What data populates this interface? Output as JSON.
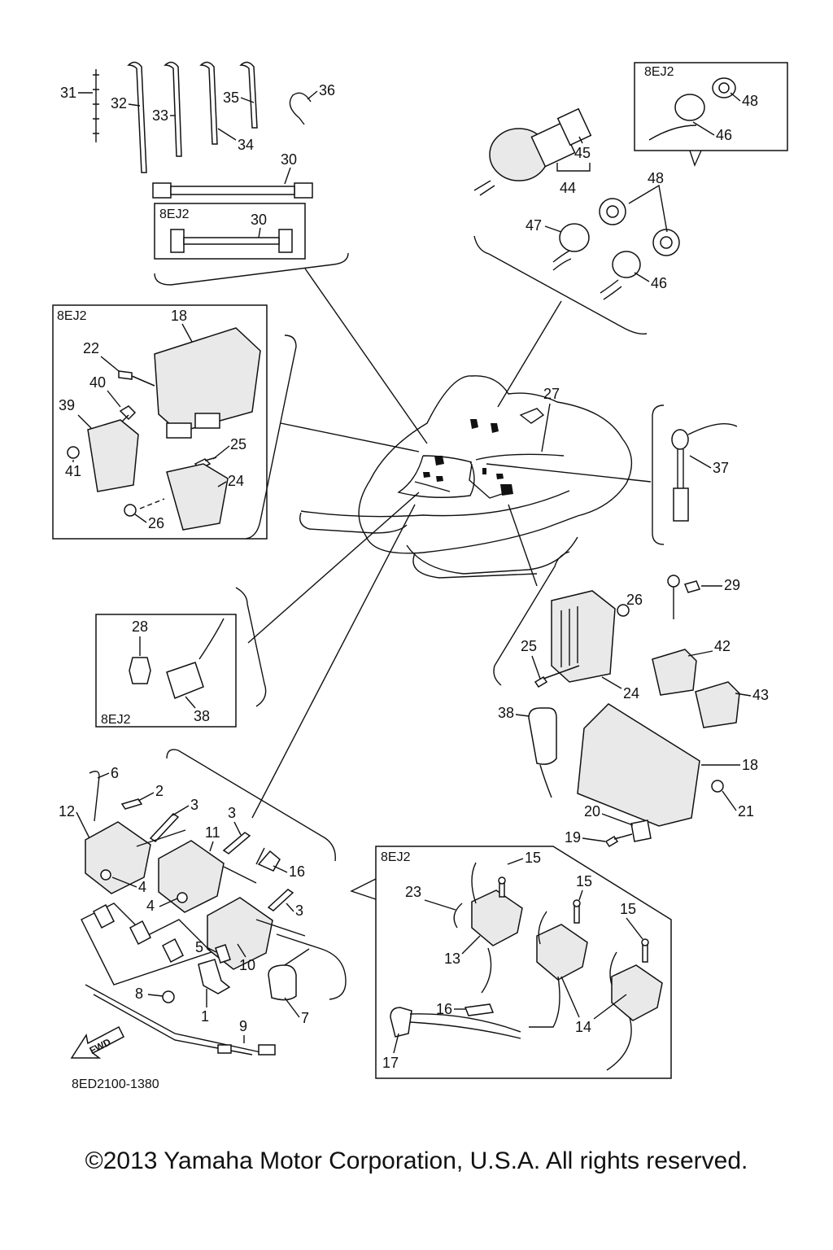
{
  "model_label": "8EJ2",
  "fwd_label": "FWD",
  "diagram_ref": "8ED2100-1380",
  "copyright": "©2013 Yamaha Motor Corporation, U.S.A. All rights reserved.",
  "callouts": {
    "c1": "1",
    "c2": "2",
    "c3": "3",
    "c4": "4",
    "c5": "5",
    "c6": "6",
    "c7": "7",
    "c8": "8",
    "c9": "9",
    "c10": "10",
    "c11": "11",
    "c12": "12",
    "c13": "13",
    "c14": "14",
    "c15": "15",
    "c16": "16",
    "c17": "17",
    "c18": "18",
    "c19": "19",
    "c20": "20",
    "c21": "21",
    "c22": "22",
    "c23": "23",
    "c24": "24",
    "c25": "25",
    "c26": "26",
    "c27": "27",
    "c28": "28",
    "c29": "29",
    "c30": "30",
    "c31": "31",
    "c32": "32",
    "c33": "33",
    "c34": "34",
    "c35": "35",
    "c36": "36",
    "c37": "37",
    "c38": "38",
    "c39": "39",
    "c40": "40",
    "c41": "41",
    "c42": "42",
    "c43": "43",
    "c44": "44",
    "c45": "45",
    "c46": "46",
    "c47": "47",
    "c48": "48"
  }
}
